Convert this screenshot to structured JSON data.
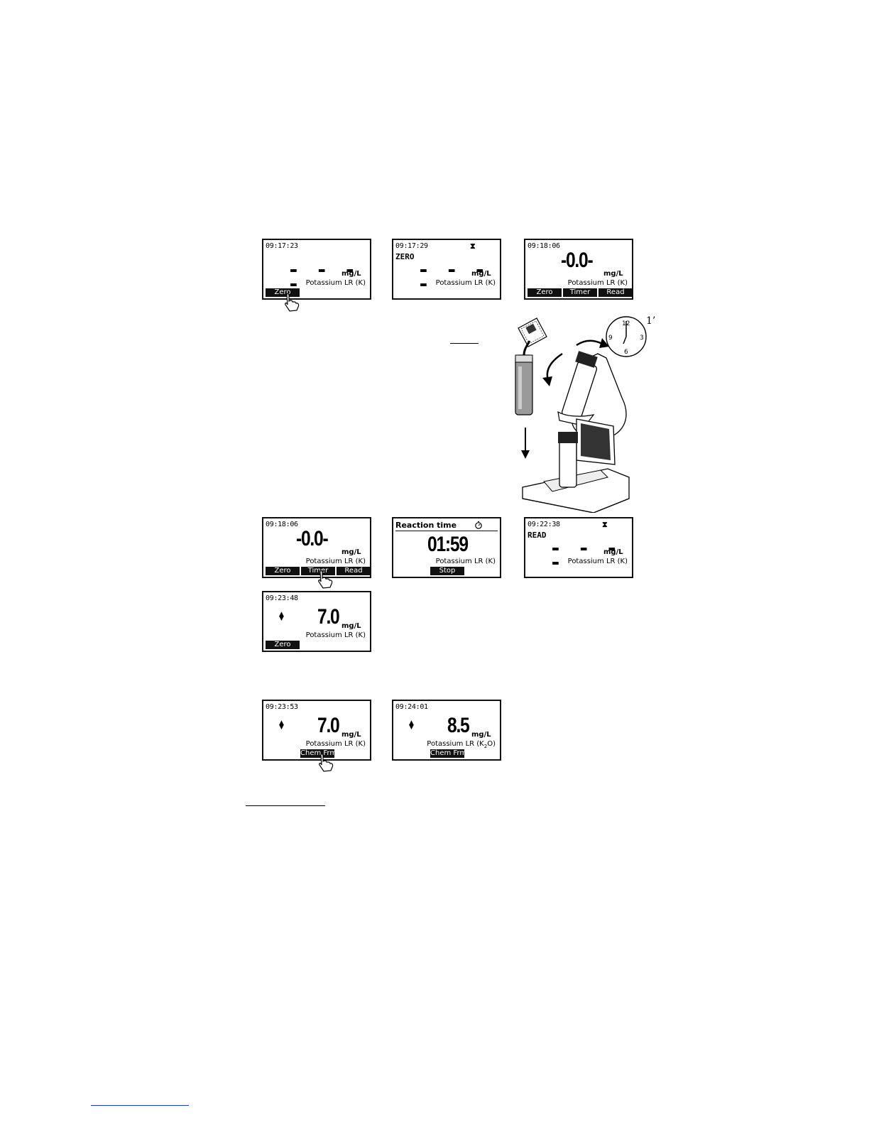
{
  "row1": {
    "s1": {
      "time": "09:17:23",
      "dashes": "- - - -",
      "unit": "mg/L",
      "param": "Potassium LR (K)",
      "key": "Zero"
    },
    "s2": {
      "time": "09:17:29",
      "hourglass": "⧗",
      "status": "ZERO",
      "dashes": "- - - -",
      "unit": "mg/L",
      "param": "Potassium LR (K)"
    },
    "s3": {
      "time": "09:18:06",
      "value": "-0.0-",
      "unit": "mg/L",
      "param": "Potassium LR (K)",
      "keys": [
        "Zero",
        "Timer",
        "Read"
      ]
    }
  },
  "illustration": {
    "timer_label": "1’",
    "clock_numbers": [
      "12",
      "3",
      "6",
      "9"
    ]
  },
  "row2": {
    "s1": {
      "time": "09:18:06",
      "value": "-0.0-",
      "unit": "mg/L",
      "param": "Potassium LR (K)",
      "keys": [
        "Zero",
        "Timer",
        "Read"
      ]
    },
    "s2": {
      "title": "Reaction time",
      "value": "01:59",
      "param": "Potassium LR (K)",
      "key": "Stop"
    },
    "s3": {
      "time": "09:22:38",
      "hourglass": "⧗",
      "status": "READ",
      "dashes": "- - - -",
      "unit": "mg/L",
      "param": "Potassium LR (K)"
    }
  },
  "row3": {
    "s1": {
      "time": "09:23:48",
      "value": "7.0",
      "unit": "mg/L",
      "param": "Potassium LR (K)",
      "key": "Zero"
    }
  },
  "row4": {
    "s1": {
      "time": "09:23:53",
      "value": "7.0",
      "unit": "mg/L",
      "param": "Potassium LR (K)",
      "key": "Chem Frm"
    },
    "s2": {
      "time": "09:24:01",
      "value": "8.5",
      "unit": "mg/L",
      "param_pre": "Potassium LR (K",
      "param_sub": "2",
      "param_post": "O)",
      "key": "Chem Frm"
    }
  },
  "colors": {
    "lcd_text": "#000000",
    "softkey_bg": "#111111",
    "link_blue": "#1a3fd6"
  }
}
